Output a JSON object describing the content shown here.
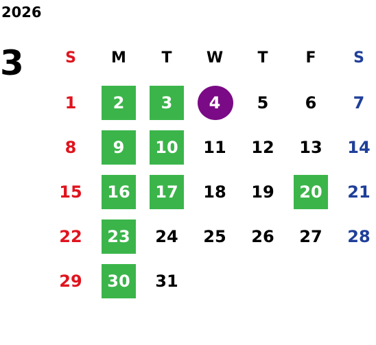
{
  "calendar": {
    "year": "2026",
    "month": "3",
    "weekdays": [
      {
        "label": "S",
        "color": "#e0141e"
      },
      {
        "label": "M",
        "color": "#000000"
      },
      {
        "label": "T",
        "color": "#000000"
      },
      {
        "label": "W",
        "color": "#000000"
      },
      {
        "label": "T",
        "color": "#000000"
      },
      {
        "label": "F",
        "color": "#000000"
      },
      {
        "label": "S",
        "color": "#1f3f99"
      }
    ],
    "weeks": [
      [
        {
          "day": "1",
          "style": "sunday"
        },
        {
          "day": "2",
          "style": "green"
        },
        {
          "day": "3",
          "style": "green"
        },
        {
          "day": "4",
          "style": "today"
        },
        {
          "day": "5",
          "style": "normal"
        },
        {
          "day": "6",
          "style": "normal"
        },
        {
          "day": "7",
          "style": "saturday"
        }
      ],
      [
        {
          "day": "8",
          "style": "sunday"
        },
        {
          "day": "9",
          "style": "green"
        },
        {
          "day": "10",
          "style": "green"
        },
        {
          "day": "11",
          "style": "normal"
        },
        {
          "day": "12",
          "style": "normal"
        },
        {
          "day": "13",
          "style": "normal"
        },
        {
          "day": "14",
          "style": "saturday"
        }
      ],
      [
        {
          "day": "15",
          "style": "sunday"
        },
        {
          "day": "16",
          "style": "green"
        },
        {
          "day": "17",
          "style": "green"
        },
        {
          "day": "18",
          "style": "normal"
        },
        {
          "day": "19",
          "style": "normal"
        },
        {
          "day": "20",
          "style": "green"
        },
        {
          "day": "21",
          "style": "saturday"
        }
      ],
      [
        {
          "day": "22",
          "style": "sunday"
        },
        {
          "day": "23",
          "style": "green"
        },
        {
          "day": "24",
          "style": "normal"
        },
        {
          "day": "25",
          "style": "normal"
        },
        {
          "day": "26",
          "style": "normal"
        },
        {
          "day": "27",
          "style": "normal"
        },
        {
          "day": "28",
          "style": "saturday"
        }
      ],
      [
        {
          "day": "29",
          "style": "sunday"
        },
        {
          "day": "30",
          "style": "green"
        },
        {
          "day": "31",
          "style": "normal"
        },
        {
          "day": "",
          "style": "empty"
        },
        {
          "day": "",
          "style": "empty"
        },
        {
          "day": "",
          "style": "empty"
        },
        {
          "day": "",
          "style": "empty"
        }
      ]
    ]
  },
  "colors": {
    "sunday": "#e0141e",
    "saturday": "#1f3f99",
    "normal": "#000000",
    "highlight_green": "#3bb54a",
    "today_purple": "#7a0a86",
    "on_color_text": "#ffffff"
  }
}
